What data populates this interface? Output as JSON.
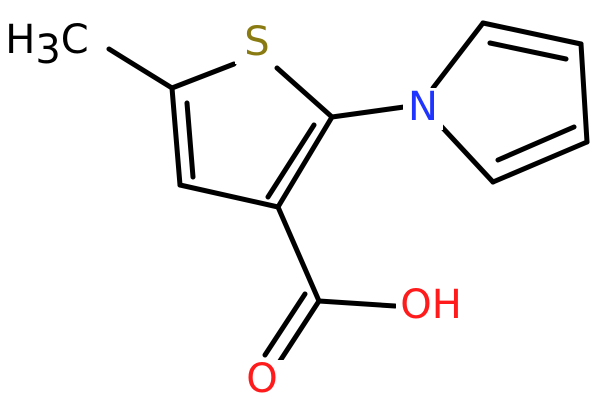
{
  "atoms": {
    "methyl": {
      "main": "H",
      "sub": "3",
      "tail": "C"
    },
    "sulfur": "S",
    "nitrogen": "N",
    "hydroxyl": "OH",
    "carbonyl_oxygen": "O"
  },
  "colors": {
    "bond": "#000000",
    "carbon_label": "#000000",
    "sulfur": "#8a7a12",
    "nitrogen": "#1f35ff",
    "oxygen": "#ff1b1b"
  }
}
